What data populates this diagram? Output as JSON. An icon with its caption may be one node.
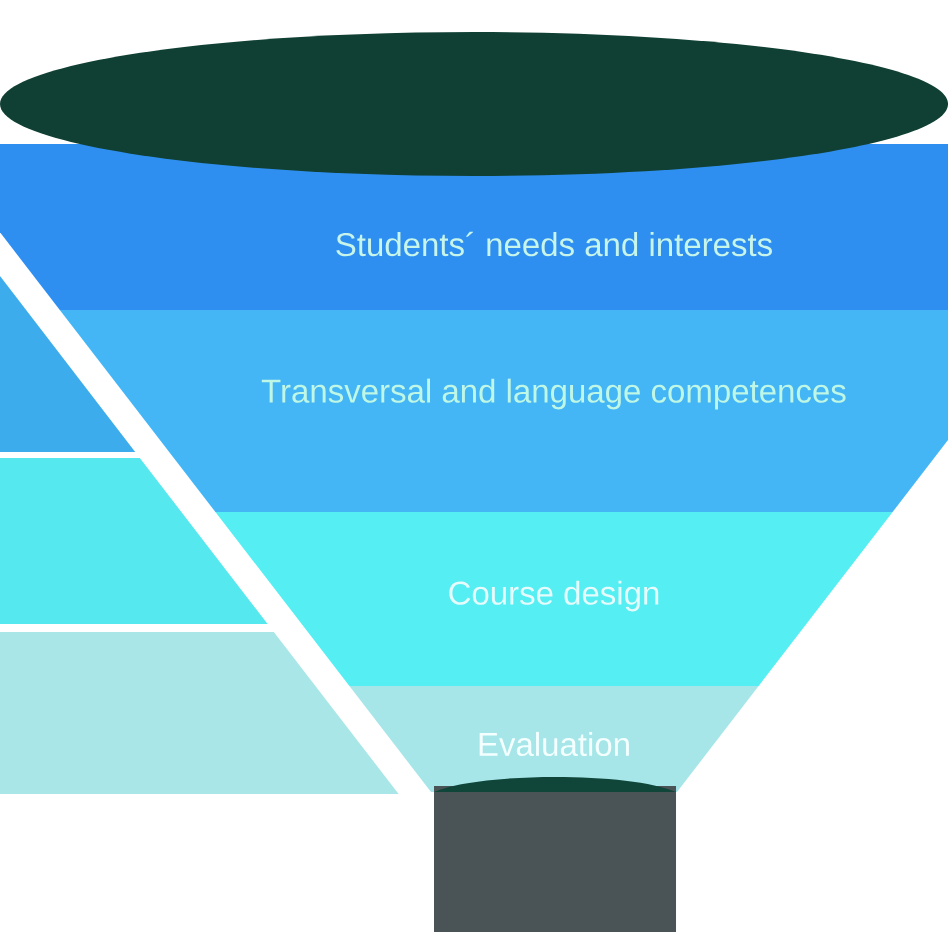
{
  "diagram": {
    "nodes": [
      {
        "text": [
          "Students´ needs and interests"
        ]
      },
      {
        "text": [
          "Transversal and language competences"
        ]
      },
      {
        "text": [
          "Course design"
        ]
      },
      {
        "text": [
          "Evaluation"
        ]
      },
      {
        "text": [],
        "shape": "bar"
      },
      {
        "text": [],
        "shape": "bar"
      },
      {
        "text": [],
        "shape": "bar"
      }
    ]
  }
}
